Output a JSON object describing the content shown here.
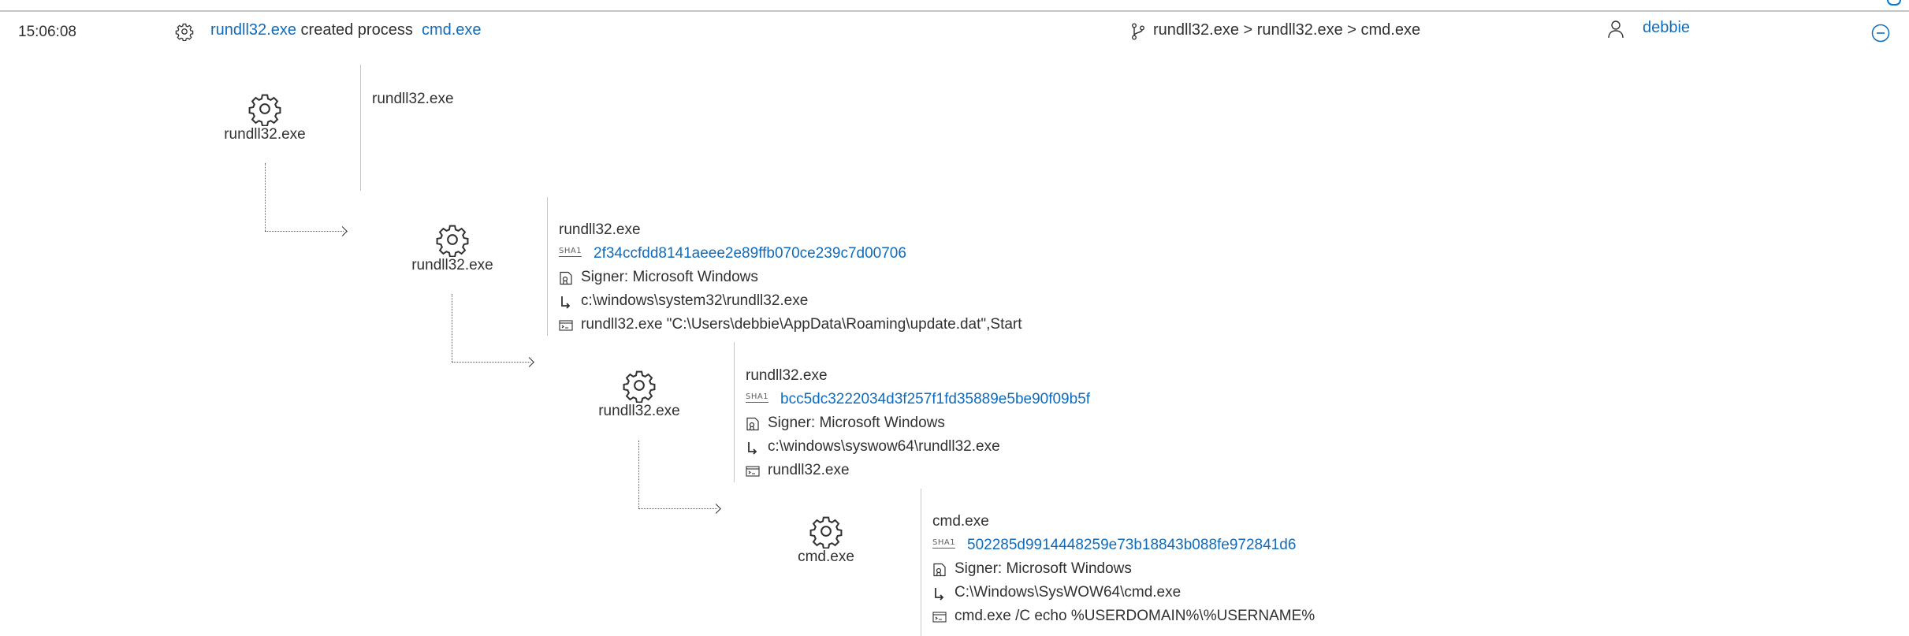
{
  "event": {
    "time": "15:06:08",
    "actor": "rundll32.exe",
    "action": "created process",
    "target": "cmd.exe",
    "chain": "rundll32.exe > rundll32.exe > cmd.exe",
    "user": "debbie"
  },
  "icons": {
    "event": "gear-icon",
    "chain": "process-tree-icon",
    "user": "user-icon",
    "collapse": "collapse-circle-icon",
    "node": "gear-icon",
    "hash": "sha1-icon",
    "signer": "certificate-icon",
    "path": "path-icon",
    "cmdline": "command-line-icon"
  },
  "colors": {
    "link": "#0f6cbd",
    "text": "#323130"
  },
  "tree": {
    "root": {
      "label": "rundll32.exe",
      "detail_name": "rundll32.exe"
    },
    "nodes": [
      {
        "label": "rundll32.exe",
        "name": "rundll32.exe",
        "sha1": "2f34ccfdd8141aeee2e89ffb070ce239c7d00706",
        "signer": "Signer: Microsoft Windows",
        "path": "c:\\windows\\system32\\rundll32.exe",
        "cmdline": "rundll32.exe \"C:\\Users\\debbie\\AppData\\Roaming\\update.dat\",Start"
      },
      {
        "label": "rundll32.exe",
        "name": "rundll32.exe",
        "sha1": "bcc5dc3222034d3f257f1fd35889e5be90f09b5f",
        "signer": "Signer: Microsoft Windows",
        "path": "c:\\windows\\syswow64\\rundll32.exe",
        "cmdline": "rundll32.exe"
      },
      {
        "label": "cmd.exe",
        "name": "cmd.exe",
        "sha1": "502285d9914448259e73b18843b088fe972841d6",
        "signer": "Signer: Microsoft Windows",
        "path": "C:\\Windows\\SysWOW64\\cmd.exe",
        "cmdline": "cmd.exe /C echo %USERDOMAIN%\\%USERNAME%"
      }
    ]
  }
}
